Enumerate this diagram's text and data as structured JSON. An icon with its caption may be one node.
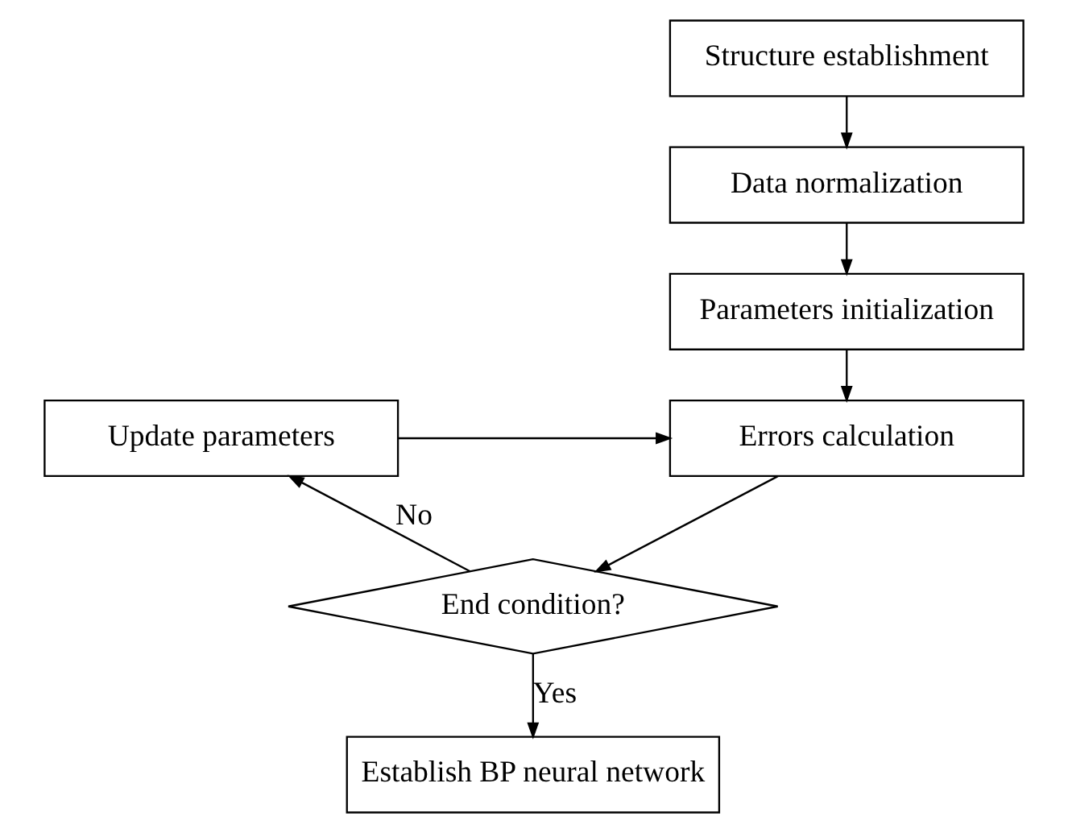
{
  "diagram": {
    "nodes": [
      {
        "text": [
          "Structure establishment"
        ]
      },
      {
        "text": [
          "Data normalization"
        ]
      },
      {
        "text": [
          "Parameters initialization"
        ]
      },
      {
        "text": [
          "Errors calculation"
        ]
      },
      {
        "text": [
          "Update parameters"
        ]
      },
      {
        "text": [
          "End condition?"
        ]
      },
      {
        "text": [
          "Establish BP neural network"
        ]
      }
    ],
    "edges": [
      {
        "from": 0,
        "to": 1,
        "arrow": "to"
      },
      {
        "from": 1,
        "to": 2,
        "arrow": "to"
      },
      {
        "from": 2,
        "to": 3,
        "arrow": "to"
      },
      {
        "from": 3,
        "to": 5,
        "arrow": "to"
      },
      {
        "from": 5,
        "to": 4,
        "arrow": "to",
        "label": "No"
      },
      {
        "from": 4,
        "to": 3,
        "arrow": "to"
      },
      {
        "from": 5,
        "to": 6,
        "arrow": "to",
        "label": "Yes"
      }
    ]
  }
}
